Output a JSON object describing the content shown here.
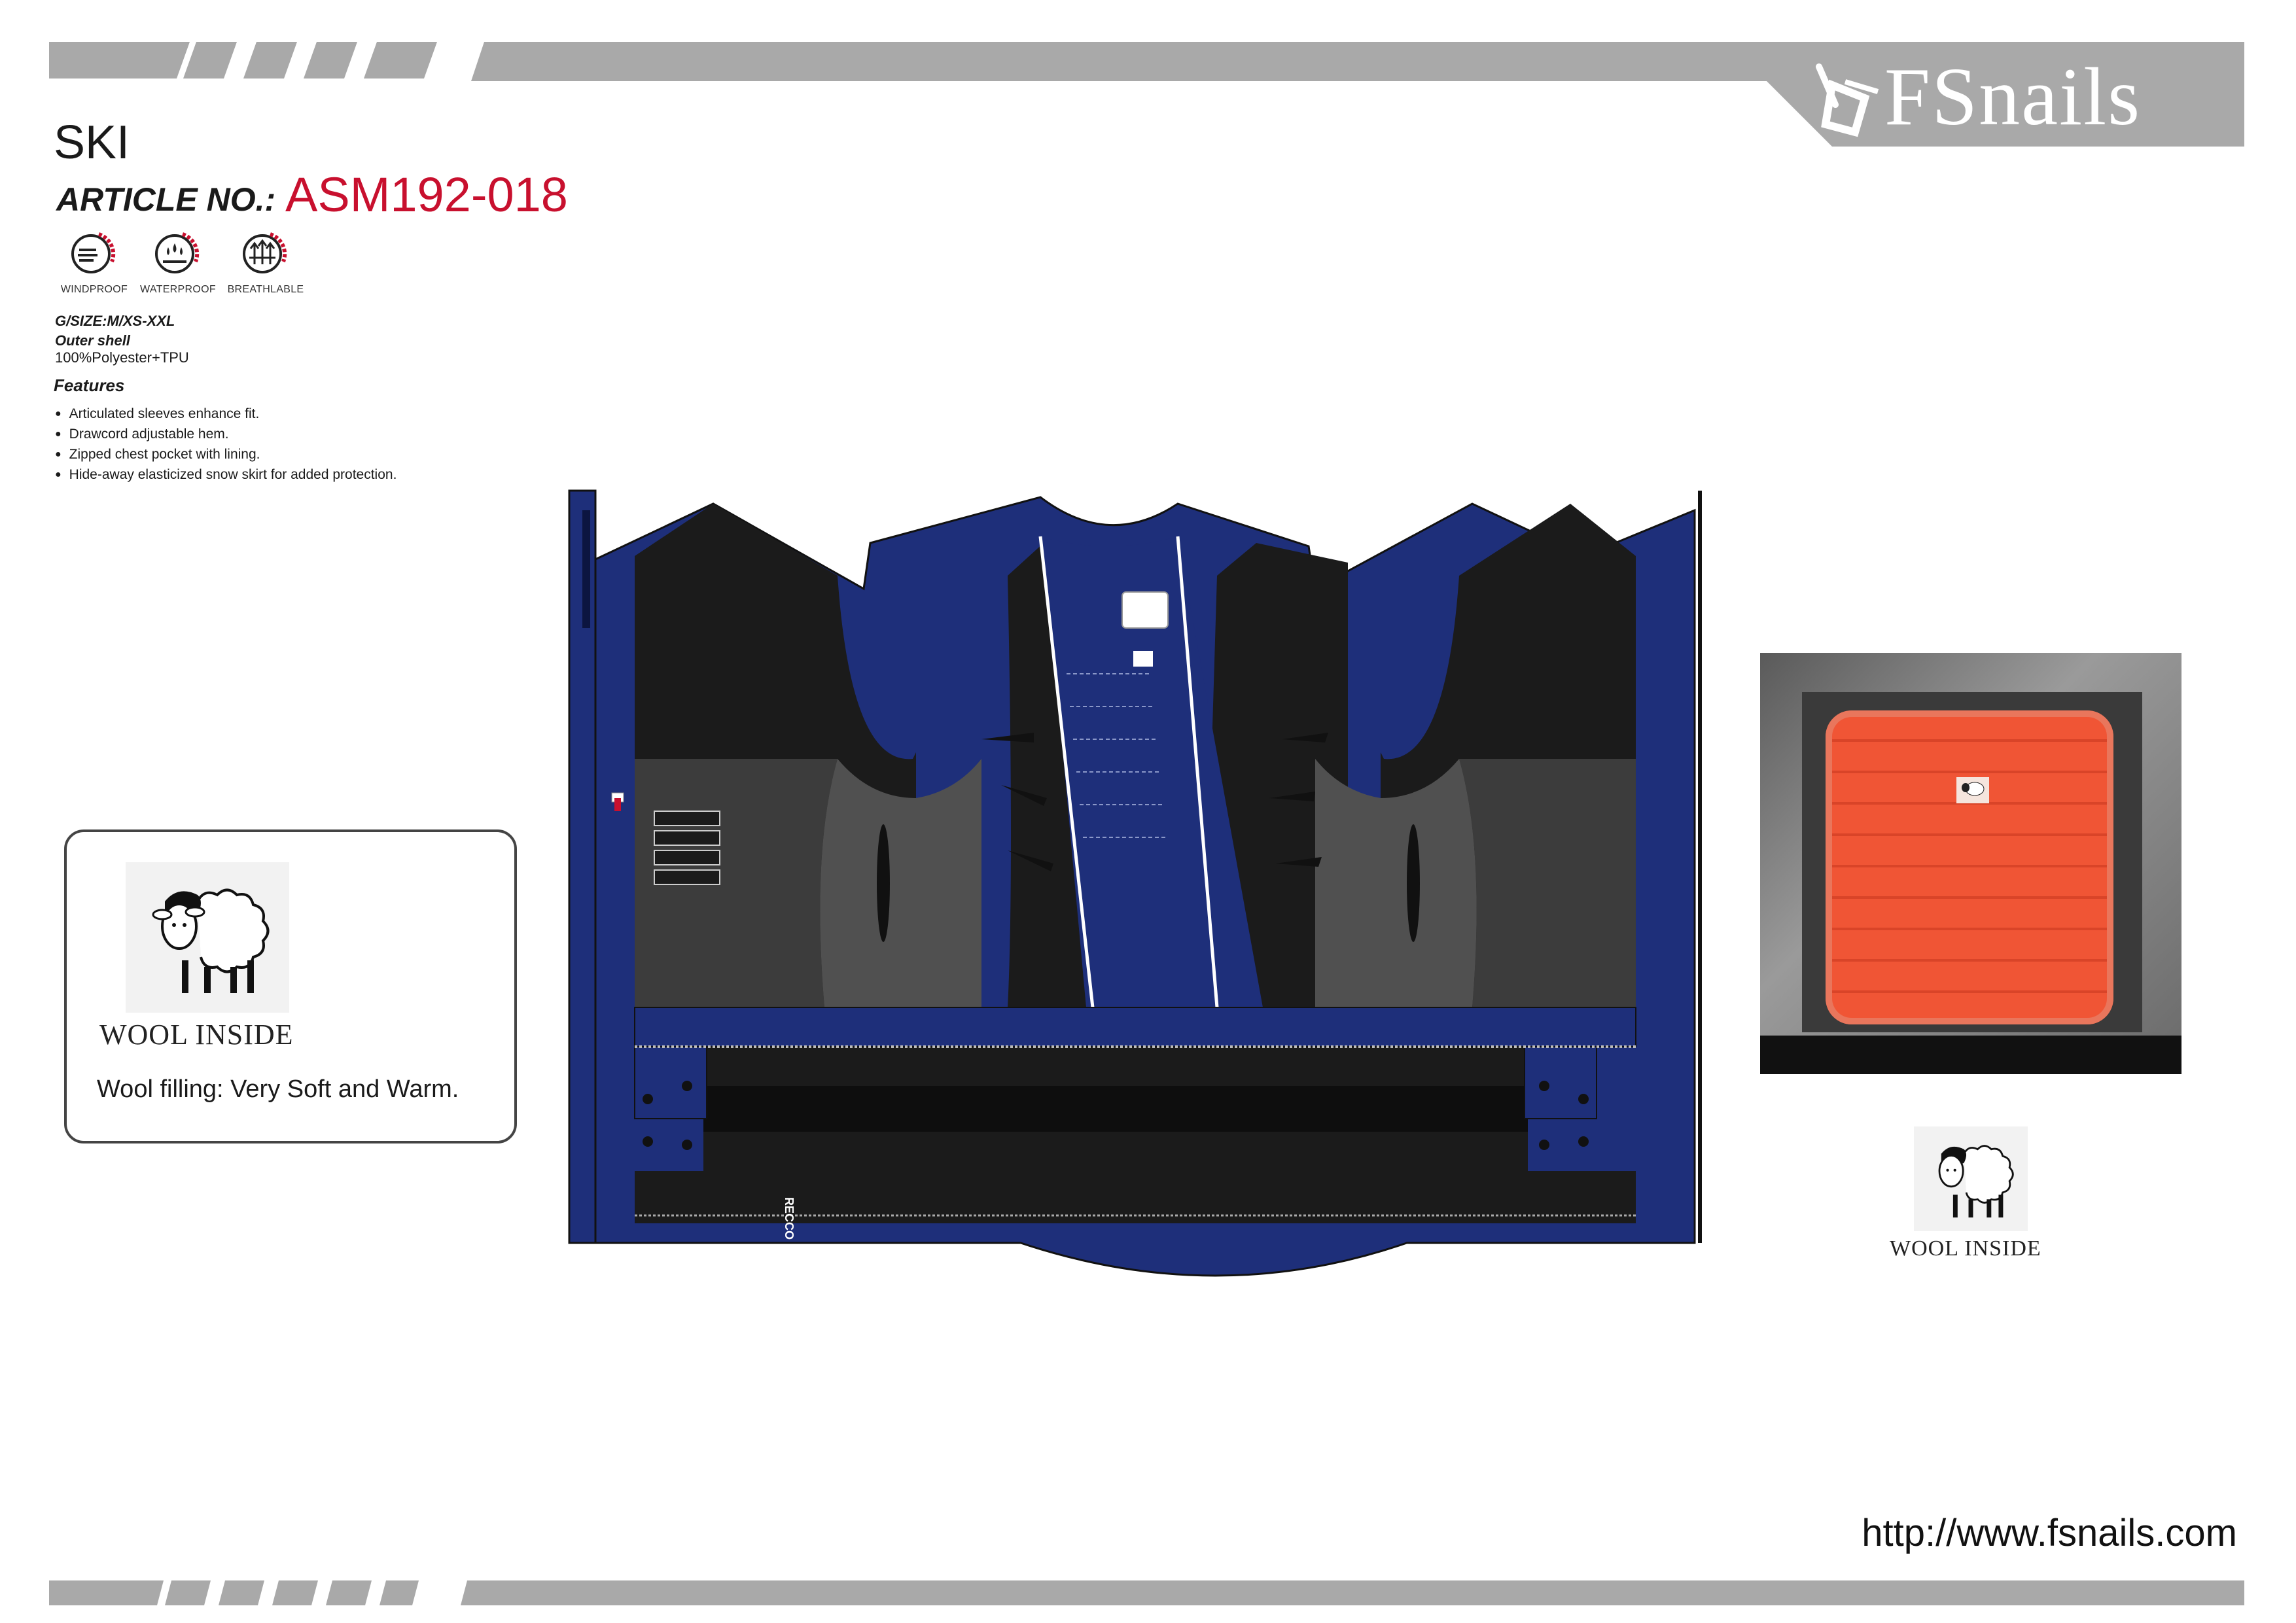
{
  "brand": {
    "name": "FSnails"
  },
  "product": {
    "category": "SKI",
    "article_label": "ARTICLE NO.:",
    "article_number": "ASM192-018"
  },
  "properties": [
    {
      "label": "WINDPROOF",
      "icon": "windproof-icon"
    },
    {
      "label": "WATERPROOF",
      "icon": "waterproof-icon"
    },
    {
      "label": "BREATHLABLE",
      "icon": "breathable-icon"
    }
  ],
  "specs": {
    "size": "G/SIZE:M/XS-XXL",
    "shell_label": "Outer shell",
    "shell_value": "100%Polyester+TPU"
  },
  "features": {
    "title": "Features",
    "items": [
      "Articulated sleeves enhance fit.",
      "Drawcord adjustable hem.",
      "Zipped chest pocket with lining.",
      "Hide-away  elasticized snow skirt for added protection."
    ]
  },
  "wool_card": {
    "badge": "WOOL INSIDE",
    "description": "Wool filling:  Very Soft and Warm."
  },
  "garment": {
    "recco_mark": "RECCO"
  },
  "photo": {
    "badge": "WOOL INSIDE"
  },
  "footer": {
    "url": "http://www.fsnails.com"
  },
  "colors": {
    "navy": "#1e2f7a",
    "black": "#1b1b1b",
    "grey": "#4a4a4a",
    "accent_red": "#c8102e",
    "insulation_red": "#f05535",
    "header_bar": "#a9a9a9"
  }
}
